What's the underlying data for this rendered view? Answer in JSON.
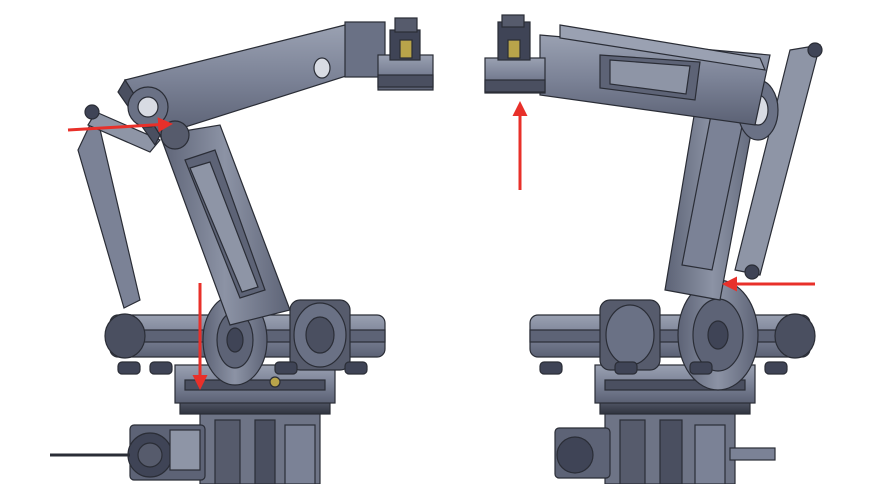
{
  "figure": {
    "views": [
      {
        "id": "left",
        "description_hidden": true
      },
      {
        "id": "right",
        "description_hidden": true
      }
    ],
    "arrows": [
      {
        "view": "left",
        "direction": "right",
        "target": "upper-arm-joint"
      },
      {
        "view": "left",
        "direction": "down",
        "target": "base-pivot"
      },
      {
        "view": "right",
        "direction": "up",
        "target": "end-effector"
      },
      {
        "view": "right",
        "direction": "left",
        "target": "elbow-link-joint"
      }
    ]
  },
  "colors": {
    "background": "#ffffff",
    "metal_light": "#8e95a6",
    "metal_mid": "#6a7185",
    "metal_dark": "#3f4456",
    "edge": "#2a2d36",
    "arrow": "#e8302a"
  }
}
